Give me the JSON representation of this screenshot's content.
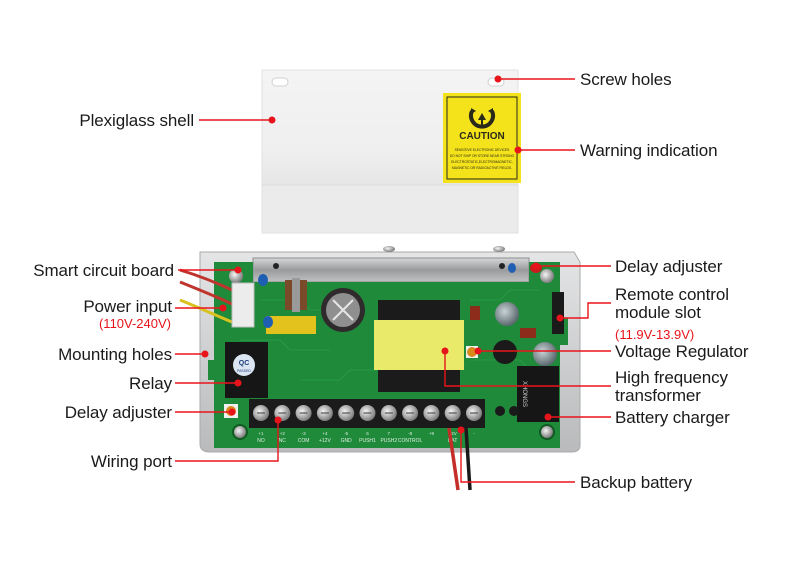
{
  "title": "Access control power supply component diagram",
  "colors": {
    "leader": "#e8141b",
    "pcb": "#1f8a3a",
    "pcb_dark": "#136b2a",
    "shell": "#eeeeee",
    "caution_bg": "#f4e21a",
    "transformer": "#e9ea6a",
    "metal": "#c9cacb",
    "terminal": "#1b1b1b"
  },
  "caution_label": {
    "heading": "CAUTION",
    "lines": [
      "SENSITIVE ELECTRONIC DEVICES",
      "DO NOT SHIP OR STORE NEAR STRONG",
      "ELECTROSTATIC,ELECTROMAGNETIC,",
      "MAGNETIC OR RADIOACTIVE FIELDS."
    ],
    "icon": "esd-warning-icon"
  },
  "qc_sticker": {
    "line1": "QC",
    "line2": "PASSED"
  },
  "relay_brand": "XHONGS",
  "terminals": [
    {
      "num": "+1",
      "name": "NO"
    },
    {
      "num": "+2",
      "name": "NC"
    },
    {
      "num": "-3",
      "name": "COM"
    },
    {
      "num": "+4",
      "name": "+12V"
    },
    {
      "num": "-5",
      "name": "GND"
    },
    {
      "num": "6",
      "name": "PUSH1"
    },
    {
      "num": "7",
      "name": "PUSH2"
    },
    {
      "num": "-8",
      "name": "CONTROL"
    },
    {
      "num": "+9",
      "name": ""
    },
    {
      "num": "12V",
      "name": "BAT"
    },
    {
      "num": "-",
      "name": ""
    }
  ],
  "labels": {
    "left": [
      {
        "id": "plexiglass-shell",
        "text": "Plexiglass shell"
      },
      {
        "id": "smart-circuit-board",
        "text": "Smart circuit board"
      },
      {
        "id": "power-input",
        "text": "Power input",
        "sub": "(110V-240V)"
      },
      {
        "id": "mounting-holes",
        "text": "Mounting holes"
      },
      {
        "id": "relay",
        "text": "Relay"
      },
      {
        "id": "delay-adjuster-left",
        "text": "Delay adjuster"
      },
      {
        "id": "wiring-port",
        "text": "Wiring port"
      }
    ],
    "right": [
      {
        "id": "screw-holes",
        "text": "Screw holes"
      },
      {
        "id": "warning-indication",
        "text": "Warning indication"
      },
      {
        "id": "delay-adjuster-right",
        "text": "Delay adjuster"
      },
      {
        "id": "remote-control-module-slot",
        "line1": "Remote control",
        "line2": "module slot"
      },
      {
        "id": "voltage-regulator",
        "text": "Voltage Regulator",
        "sub": "(11.9V-13.9V)"
      },
      {
        "id": "high-frequency-transformer",
        "line1": "High frequency",
        "line2": "transformer"
      },
      {
        "id": "battery-charger",
        "text": "Battery charger"
      },
      {
        "id": "backup-battery",
        "text": "Backup battery"
      }
    ]
  }
}
